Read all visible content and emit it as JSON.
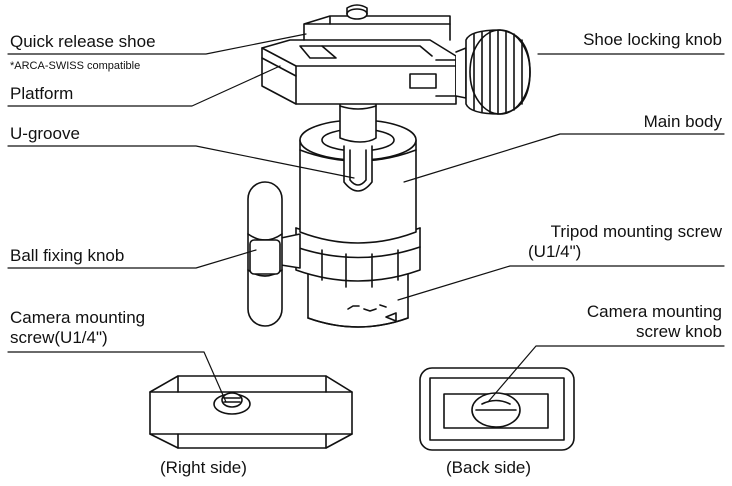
{
  "labels": {
    "quick_release_shoe": "Quick release shoe",
    "arca_note": "*ARCA-SWISS compatible",
    "platform": "Platform",
    "u_groove": "U-groove",
    "ball_fixing_knob": "Ball fixing knob",
    "camera_mounting_screw_line1": "Camera mounting",
    "camera_mounting_screw_line2": "screw(U1/4\")",
    "shoe_locking_knob": "Shoe locking knob",
    "main_body": "Main body",
    "tripod_mounting_screw_line1": "Tripod mounting screw",
    "tripod_mounting_screw_line2": "(U1/4\")",
    "camera_mounting_screw_knob_line1": "Camera mounting",
    "camera_mounting_screw_knob_line2": "screw knob",
    "right_side": "(Right side)",
    "back_side": "(Back side)"
  },
  "colors": {
    "line": "#111111",
    "fill": "#ffffff"
  }
}
